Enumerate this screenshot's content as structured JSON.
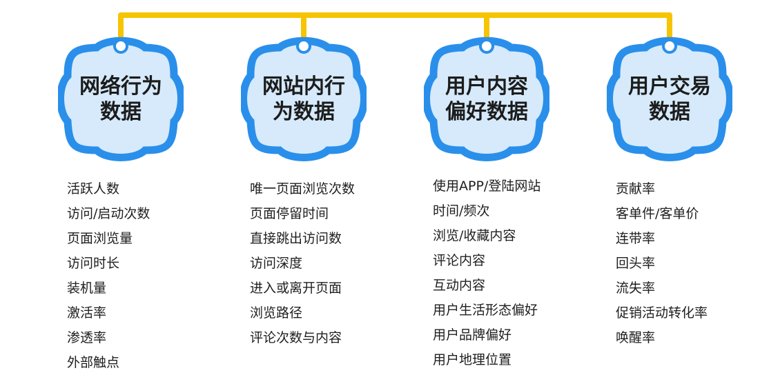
{
  "diagram": {
    "colors": {
      "connector": "#F6C400",
      "badge_ring": "#2A8FEA",
      "badge_fill": "#D6EAFB",
      "text": "#1e1e1e"
    },
    "categories": [
      {
        "title_lines": [
          "网络行为",
          "数据"
        ],
        "metrics": [
          "活跃人数",
          "访问/启动次数",
          "页面浏览量",
          "访问时长",
          "装机量",
          "激活率",
          "渗透率",
          "外部触点"
        ]
      },
      {
        "title_lines": [
          "网站内行",
          "为数据"
        ],
        "metrics": [
          "唯一页面浏览次数",
          "页面停留时间",
          "直接跳出访问数",
          "访问深度",
          "进入或离开页面",
          "浏览路径",
          "评论次数与内容"
        ]
      },
      {
        "title_lines": [
          "用户内容",
          "偏好数据"
        ],
        "metrics": [
          "使用APP/登陆网站",
          "时间/频次",
          "浏览/收藏内容",
          "评论内容",
          "互动内容",
          "用户生活形态偏好",
          "用户品牌偏好",
          "用户地理位置"
        ]
      },
      {
        "title_lines": [
          "用户交易",
          "数据"
        ],
        "metrics": [
          "贡献率",
          "客单件/客单价",
          "连带率",
          "回头率",
          "流失率",
          "促销活动转化率",
          "唤醒率"
        ]
      }
    ]
  }
}
